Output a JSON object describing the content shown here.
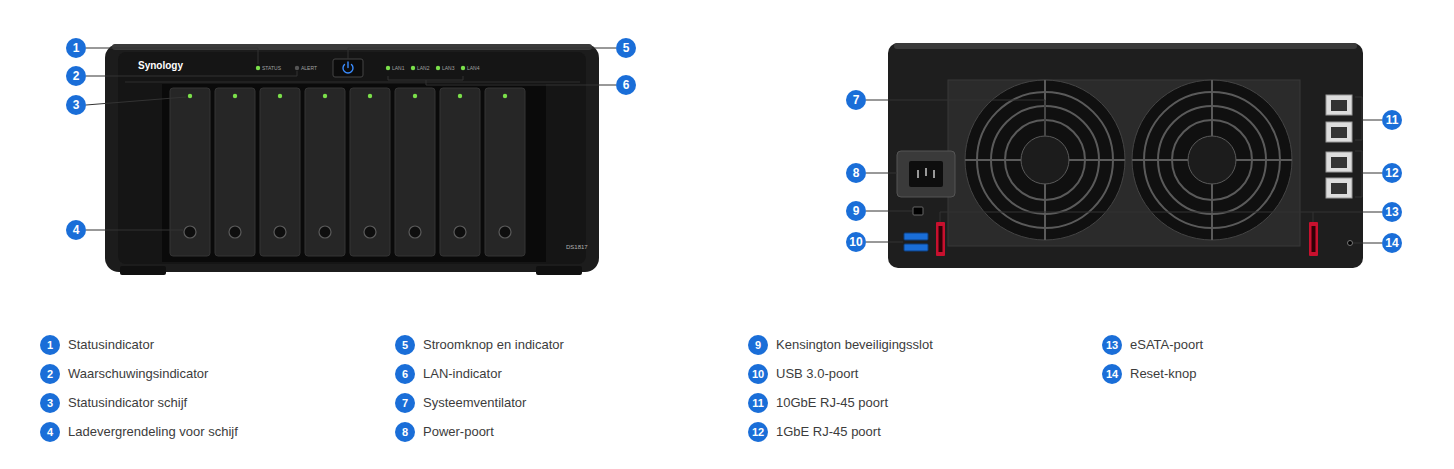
{
  "diagram": {
    "nodes": [
      {
        "text": [
          "1"
        ]
      },
      {
        "text": [
          "2"
        ]
      },
      {
        "text": [
          "3"
        ]
      },
      {
        "text": [
          "4"
        ]
      },
      {
        "text": [
          "5"
        ]
      },
      {
        "text": [
          "6"
        ]
      },
      {
        "text": [
          "7"
        ]
      },
      {
        "text": [
          "8"
        ]
      },
      {
        "text": [
          "9"
        ]
      },
      {
        "text": [
          "10"
        ]
      },
      {
        "text": [
          "11"
        ]
      },
      {
        "text": [
          "12"
        ]
      },
      {
        "text": [
          "13"
        ]
      },
      {
        "text": [
          "14"
        ]
      },
      {
        "text": [
          "1",
          "Statusindicator"
        ]
      },
      {
        "text": [
          "2",
          "Waarschuwingsindicator"
        ]
      },
      {
        "text": [
          "3",
          "Statusindicator schijf"
        ]
      },
      {
        "text": [
          "4",
          "Ladevergrendeling voor schijf"
        ]
      },
      {
        "text": [
          "5",
          "Stroomknop en indicator"
        ]
      },
      {
        "text": [
          "6",
          "LAN-indicator"
        ]
      },
      {
        "text": [
          "7",
          "Systeemventilator"
        ]
      },
      {
        "text": [
          "8",
          "Power-poort"
        ]
      },
      {
        "text": [
          "9",
          "Kensington beveiligingsslot"
        ]
      },
      {
        "text": [
          "10",
          "USB 3.0-poort"
        ]
      },
      {
        "text": [
          "11",
          "10GbE RJ-45 poort"
        ]
      },
      {
        "text": [
          "12",
          "1GbE RJ-45 poort"
        ]
      },
      {
        "text": [
          "13",
          "eSATA-poort"
        ]
      },
      {
        "text": [
          "14",
          "Reset-knop"
        ]
      }
    ],
    "labels": [
      "Synology",
      "STATUS",
      "ALERT",
      "LAN1",
      "LAN2",
      "LAN3",
      "LAN4",
      "DS1817"
    ]
  }
}
